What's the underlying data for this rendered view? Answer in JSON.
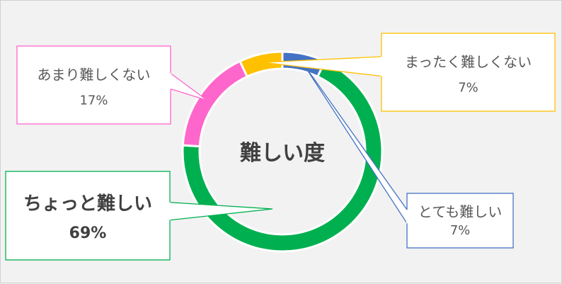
{
  "chart_data": {
    "type": "pie",
    "title": "難しい度",
    "slices": [
      {
        "label": "とても難しい",
        "value": 7,
        "value_label": "7%",
        "color": "#4472c4"
      },
      {
        "label": "ちょっと難しい",
        "value": 69,
        "value_label": "69%",
        "color": "#00b050"
      },
      {
        "label": "あまり難しくない",
        "value": 17,
        "value_label": "17%",
        "color": "#ff66cc"
      },
      {
        "label": "まったく難しくない",
        "value": 7,
        "value_label": "7%",
        "color": "#ffc000"
      }
    ]
  }
}
